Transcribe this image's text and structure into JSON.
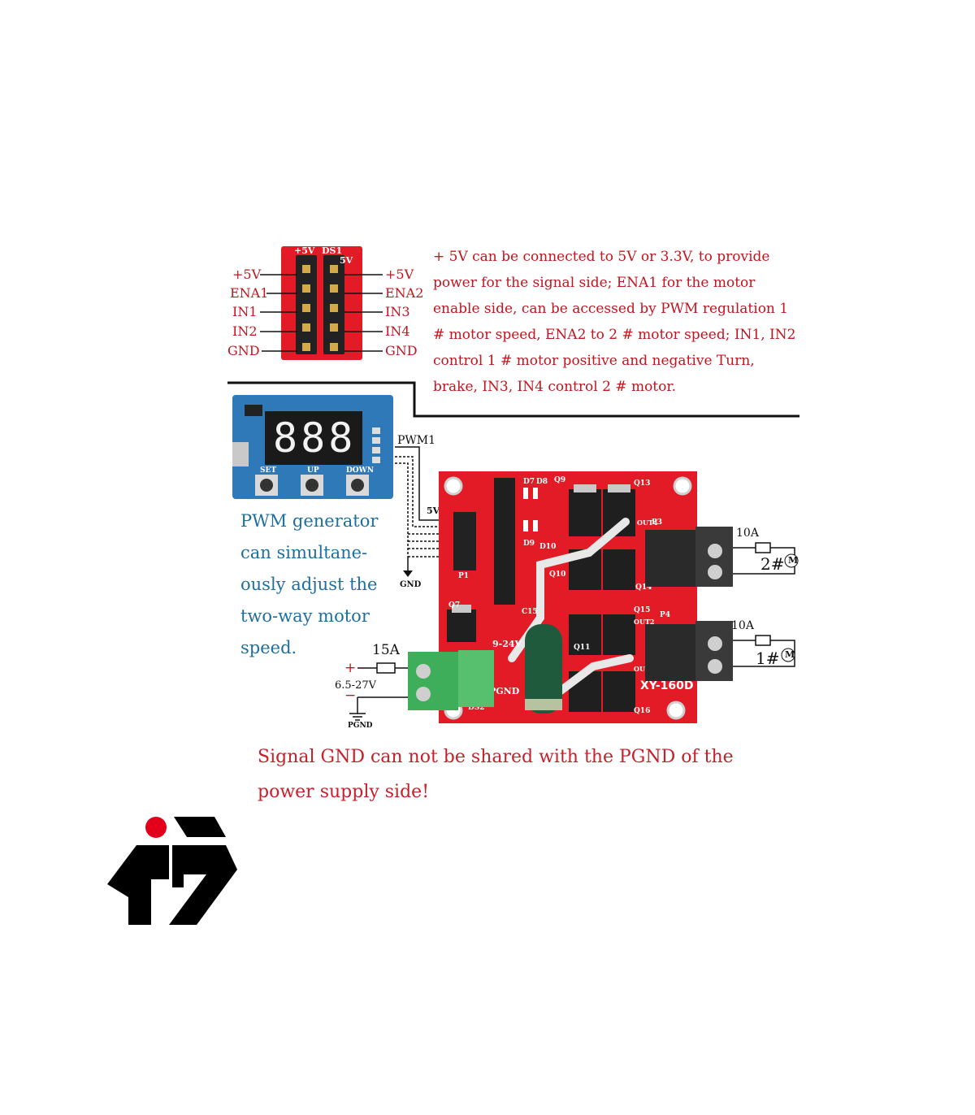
{
  "pinout": {
    "left_labels": [
      "+5V",
      "ENA1",
      "IN1",
      "IN2",
      "GND"
    ],
    "right_labels": [
      "+5V",
      "ENA2",
      "IN3",
      "IN4",
      "GND"
    ],
    "header_silk": [
      "+5V",
      "DS1",
      "5V"
    ]
  },
  "description": "+ 5V can be connected to 5V or 3.3V, to provide power for the signal side; ENA1 for the motor enable side, can be accessed by PWM regulation 1 # motor speed, ENA2 to 2 # motor speed; IN1, IN2 control 1 # motor positive and negative Turn, brake, IN3, IN4 control 2 # motor.",
  "pwm_module": {
    "display": "888",
    "buttons": [
      "SET",
      "UP",
      "DOWN"
    ],
    "output_label": "PWM1",
    "caption": "PWM generator can simultane-ously adjust the two-way motor speed."
  },
  "wiring": {
    "signal_5v": "5V",
    "signal_gnd": "GND",
    "power_fuse": "15A",
    "power_voltage": "6.5-27V",
    "power_plus": "+",
    "power_minus": "−",
    "power_gnd": "PGND",
    "motor2_fuse": "10A",
    "motor2_label": "2#",
    "motor1_fuse": "10A",
    "motor1_label": "1#",
    "motor_symbol": "M"
  },
  "board": {
    "model": "XY-160D",
    "silk_labels": [
      "D7",
      "D8",
      "Q9",
      "Q13",
      "P3",
      "OUT4",
      "D9",
      "D10",
      "Q10",
      "Q14",
      "Q7",
      "C15",
      "Q15",
      "OUT2",
      "P4",
      "Q11",
      "OUT1",
      "Q16",
      "P1",
      "PGND",
      "DS2",
      "9-24V"
    ]
  },
  "warning": "Signal GND can not be shared with the PGND of the power supply side!",
  "colors": {
    "pcb_red": "#e21b26",
    "pcb_blue": "#2f79b8",
    "terminal_dark": "#2a2a2a",
    "terminal_green": "#3fae5a",
    "text_red": "#c8202a",
    "text_blue": "#1f6f9e",
    "logo_dot": "#e3001b"
  }
}
